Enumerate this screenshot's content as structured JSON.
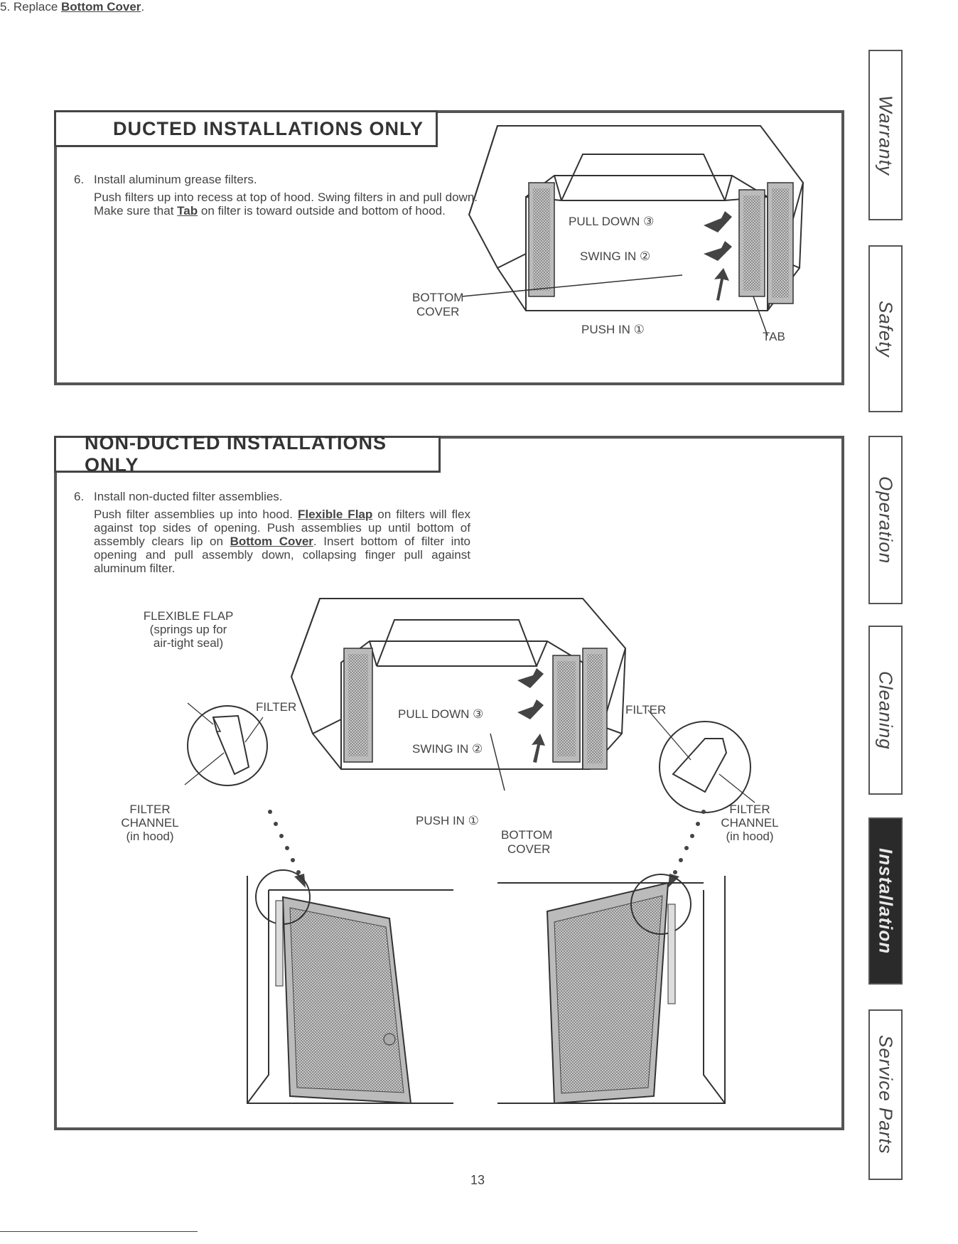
{
  "step5": {
    "prefix": "5. Replace ",
    "link": "Bottom Cover",
    "suffix": "."
  },
  "ducted": {
    "title": "DUCTED INSTALLATIONS ONLY",
    "step_num": "6.",
    "step_line": "Install aluminum grease filters.",
    "body_1": "Push filters up into recess at top of hood. Swing filters in and pull down. Make sure that ",
    "body_tab": "Tab",
    "body_2": " on filter is toward outside and bottom of hood.",
    "labels": {
      "pull_down": "PULL DOWN ③",
      "swing_in": "SWING IN ②",
      "push_in": "PUSH IN ①",
      "bottom": "BOTTOM",
      "cover": "COVER",
      "tab": "TAB"
    }
  },
  "nonducted": {
    "title": "NON-DUCTED INSTALLATIONS ONLY",
    "step_num": "6.",
    "step_line": "Install non-ducted filter assemblies.",
    "body_1": "Push filter assemblies up into hood. ",
    "body_flap": "Flexible Flap",
    "body_2": " on filters will flex against top sides of opening. Push assemblies up until bottom of assembly clears lip on ",
    "body_cover": "Bottom Cover",
    "body_3": ". Insert bottom of filter into opening and pull assembly down, collapsing finger pull against aluminum filter.",
    "labels": {
      "flex_1": "FLEXIBLE FLAP",
      "flex_2": "(springs up for",
      "flex_3": "air-tight seal)",
      "filter_left": "FILTER",
      "filter_right": "FILTER",
      "chan_l1": "FILTER",
      "chan_l2": "CHANNEL",
      "chan_l3": "(in hood)",
      "chan_r1": "FILTER",
      "chan_r2": "CHANNEL",
      "chan_r3": "(in hood)",
      "pull_down": "PULL DOWN ③",
      "swing_in": "SWING IN ②",
      "push_in": "PUSH IN ①",
      "bottom": "BOTTOM",
      "cover": "COVER"
    }
  },
  "tabs": [
    {
      "label": "Warranty"
    },
    {
      "label": "Safety"
    },
    {
      "label": "Operation"
    },
    {
      "label": "Cleaning"
    },
    {
      "label": "Installation"
    },
    {
      "label": "Service Parts"
    }
  ],
  "page_number": "13"
}
